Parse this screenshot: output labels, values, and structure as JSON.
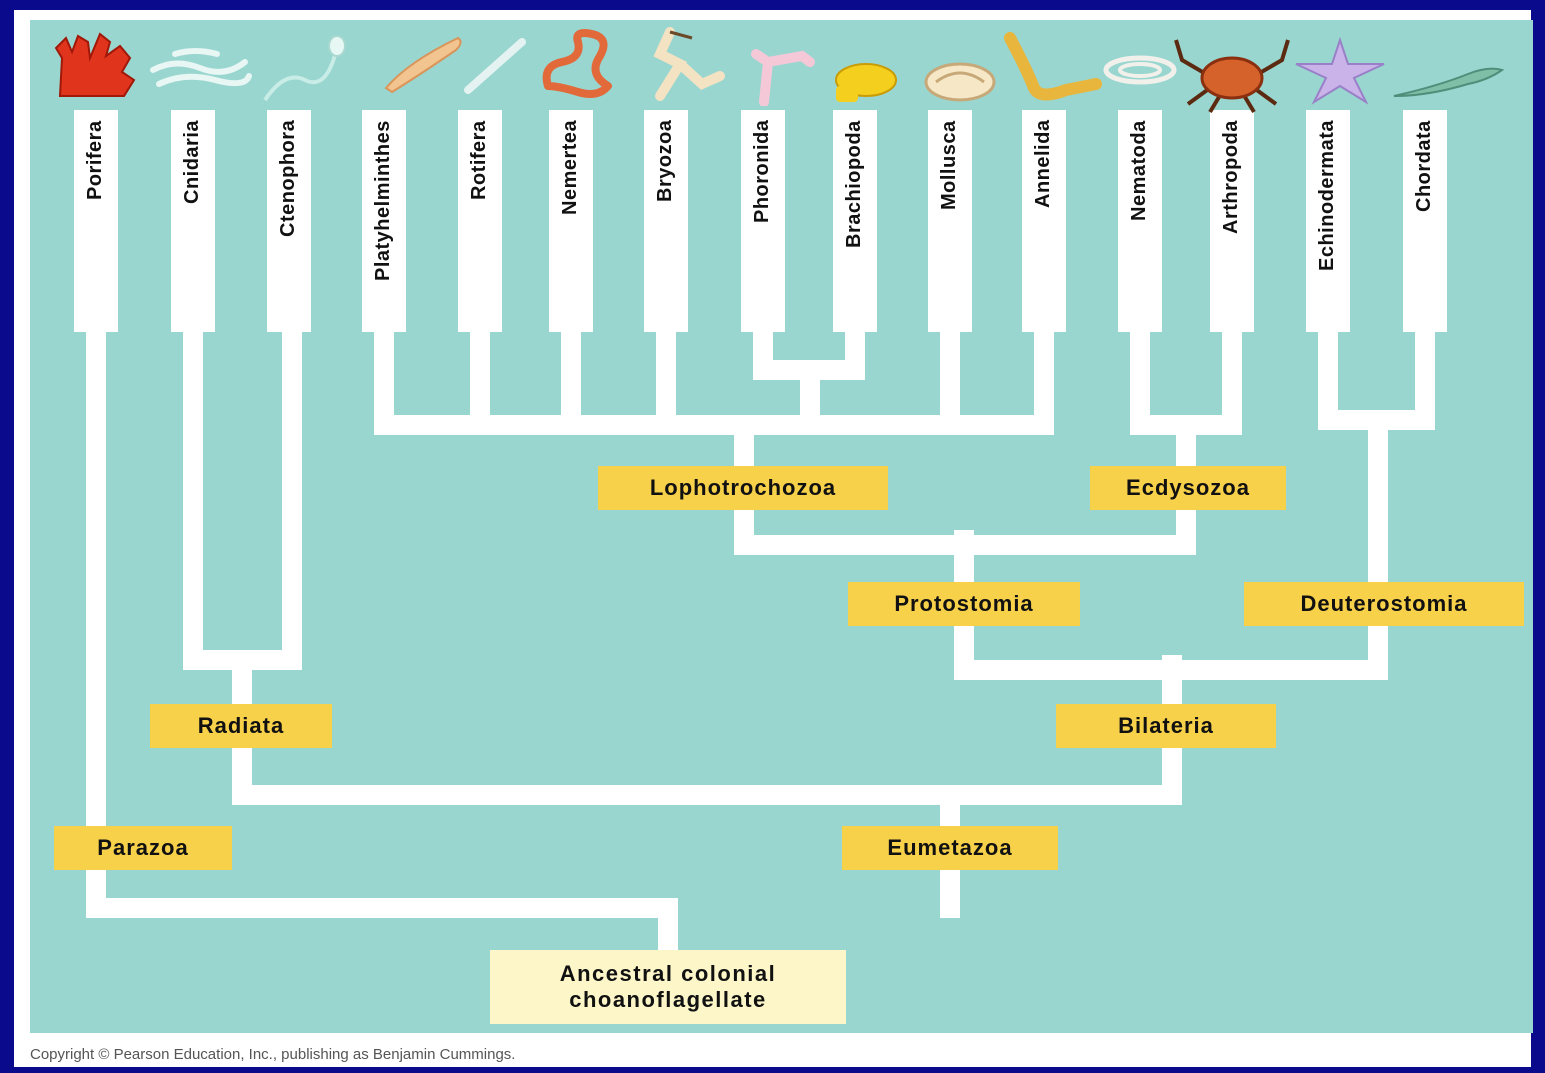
{
  "taxa": [
    {
      "name": "Porifera",
      "icon": "sponge-icon"
    },
    {
      "name": "Cnidaria",
      "icon": "jellyfish-icon"
    },
    {
      "name": "Ctenophora",
      "icon": "comb-jelly-icon"
    },
    {
      "name": "Platyhelminthes",
      "icon": "flatworm-icon"
    },
    {
      "name": "Rotifera",
      "icon": "rotifer-icon"
    },
    {
      "name": "Nemertea",
      "icon": "ribbon-worm-icon"
    },
    {
      "name": "Bryozoa",
      "icon": "bryozoan-icon"
    },
    {
      "name": "Phoronida",
      "icon": "phoronid-icon"
    },
    {
      "name": "Brachiopoda",
      "icon": "brachiopod-icon"
    },
    {
      "name": "Mollusca",
      "icon": "snail-icon"
    },
    {
      "name": "Annelida",
      "icon": "earthworm-icon"
    },
    {
      "name": "Nematoda",
      "icon": "roundworm-icon"
    },
    {
      "name": "Arthropoda",
      "icon": "crab-icon"
    },
    {
      "name": "Echinodermata",
      "icon": "starfish-icon"
    },
    {
      "name": "Chordata",
      "icon": "lancelet-icon"
    }
  ],
  "clades": {
    "lophotrochozoa": "Lophotrochozoa",
    "ecdysozoa": "Ecdysozoa",
    "protostomia": "Protostomia",
    "deuterostomia": "Deuterostomia",
    "radiata": "Radiata",
    "bilateria": "Bilateria",
    "parazoa": "Parazoa",
    "eumetazoa": "Eumetazoa"
  },
  "root": {
    "line1": "Ancestral colonial",
    "line2": "choanoflagellate"
  },
  "copyright": "Copyright © Pearson Education, Inc., publishing as Benjamin Cummings.",
  "colors": {
    "background": "#99d6d0",
    "branch": "#ffffff",
    "clade_label": "#f8d14a",
    "root_label": "#fdf6c8",
    "border": "#0a0a8c"
  }
}
